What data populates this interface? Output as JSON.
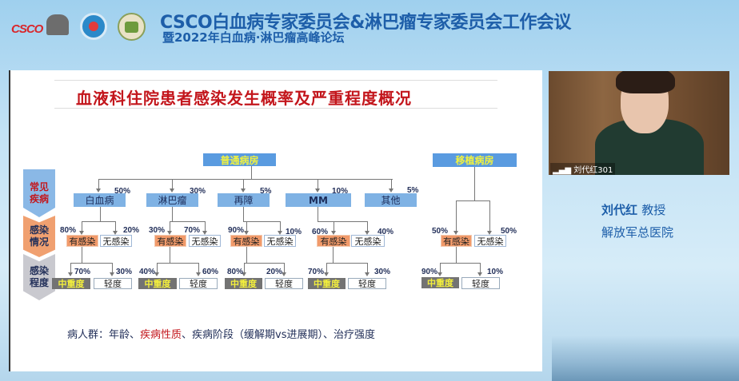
{
  "header": {
    "logos": [
      "csco-logo",
      "society-logo",
      "association-logo"
    ],
    "csco_text": "CSCO",
    "title": "CSCO白血病专家委员会&淋巴瘤专家委员会工作会议",
    "subtitle": "暨2022年白血病·淋巴瘤高峰论坛"
  },
  "slide": {
    "title": "血液科住院患者感染发生概率及严重程度概况",
    "side_labels": [
      "常见\n疾病",
      "感染\n情况",
      "感染\n程度"
    ],
    "general_ward": {
      "label": "普通病房",
      "diseases": [
        {
          "name": "白血病",
          "pct": "50%",
          "infected_pct": "80%",
          "uninfected_pct": "20%",
          "severe_pct": "70%",
          "mild_pct": "30%"
        },
        {
          "name": "淋巴瘤",
          "pct": "30%",
          "infected_pct": "30%",
          "uninfected_pct": "70%",
          "severe_pct": "40%",
          "mild_pct": "60%"
        },
        {
          "name": "再障",
          "pct": "5%",
          "infected_pct": "90%",
          "uninfected_pct": "10%",
          "severe_pct": "80%",
          "mild_pct": "20%"
        },
        {
          "name": "MM",
          "pct": "10%",
          "infected_pct": "60%",
          "uninfected_pct": "40%",
          "severe_pct": "70%",
          "mild_pct": "30%"
        },
        {
          "name": "其他",
          "pct": "5%"
        }
      ]
    },
    "transplant_ward": {
      "label": "移植病房",
      "infected_pct": "50%",
      "uninfected_pct": "50%",
      "severe_pct": "90%",
      "mild_pct": "10%"
    },
    "labels": {
      "infected": "有感染",
      "uninfected": "无感染",
      "severe": "中重度",
      "mild": "轻度"
    },
    "bottom": {
      "prefix": "病人群：年龄、",
      "highlight": "疾病性质",
      "suffix": "、疾病阶段（缓解期vs进展期）、治疗强度"
    }
  },
  "video": {
    "participant_label": "刘代红301",
    "signal_icon": "signal-bars-icon"
  },
  "speaker": {
    "name": "刘代红",
    "title": "教授",
    "organization": "解放军总医院"
  },
  "colors": {
    "header_blue": "#1d5ea9",
    "title_red": "#c3161c",
    "infected_orange": "#f19a6a",
    "severe_gray": "#737373",
    "disease_blue": "#7fb2e4"
  }
}
